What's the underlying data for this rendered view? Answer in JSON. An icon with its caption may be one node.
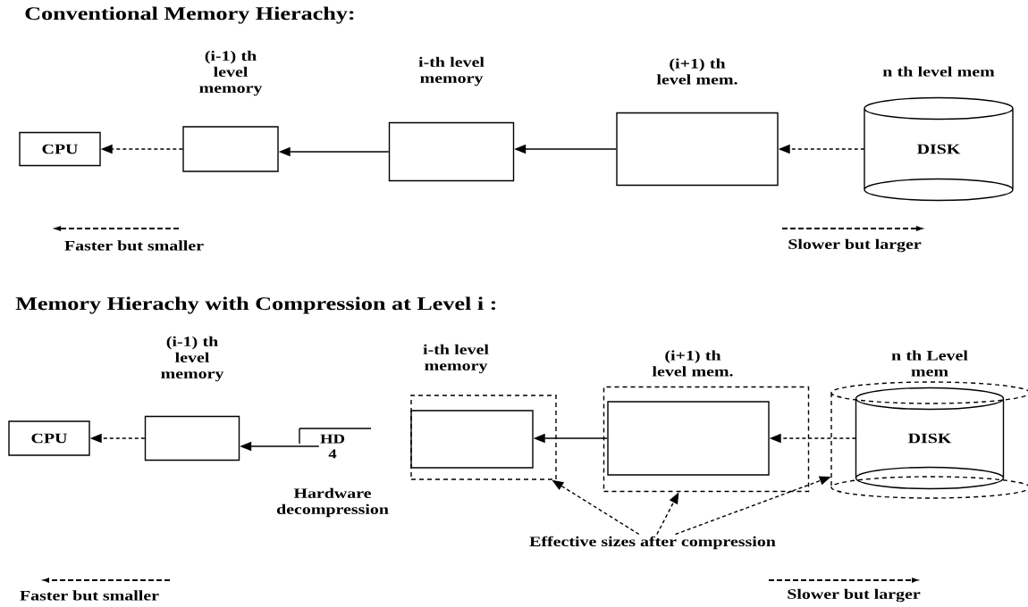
{
  "diagram": {
    "nodes": [
      {
        "text": [
          "CPU"
        ]
      },
      {
        "text": [
          "(i-1) th level memory"
        ]
      },
      {
        "text": [
          "i-th level memory"
        ]
      },
      {
        "text": [
          "(i+1) th level mem."
        ]
      },
      {
        "text": [
          "n th level mem",
          "DISK"
        ]
      },
      {
        "text": [
          "CPU"
        ]
      },
      {
        "text": [
          "(i-1) th level memory"
        ]
      },
      {
        "text": [
          "HD",
          "4"
        ],
        "beside": [
          "Hardware decompression"
        ]
      },
      {
        "text": [
          "i-th level memory"
        ]
      },
      {
        "text": [],
        "shape": "box",
        "in": 8
      },
      {
        "text": [
          "(i+1) th level mem."
        ]
      },
      {
        "text": [],
        "shape": "box",
        "in": 10
      },
      {
        "text": [
          "n th Level mem"
        ]
      },
      {
        "text": [
          "DISK"
        ],
        "in": 12
      },
      {
        "text": [
          "Effective sizes after compression"
        ]
      }
    ],
    "edges": [
      {
        "from": 1,
        "to": 0,
        "arrow": "to",
        "style": "dashed"
      },
      {
        "from": 2,
        "to": 1,
        "arrow": "to"
      },
      {
        "from": 3,
        "to": 2,
        "arrow": "to"
      },
      {
        "from": 4,
        "to": 3,
        "arrow": "to",
        "style": "dashed"
      },
      {
        "from": 6,
        "to": 5,
        "arrow": "to",
        "style": "dashed"
      },
      {
        "from": 7,
        "to": 6,
        "arrow": "to"
      },
      {
        "from": 11,
        "to": 9,
        "arrow": "to"
      },
      {
        "from": 13,
        "to": 11,
        "arrow": "to",
        "style": "dashed"
      },
      {
        "from": 14,
        "to": 8,
        "arrow": "to",
        "style": "dashed"
      },
      {
        "from": 14,
        "to": 10,
        "arrow": "to",
        "style": "dashed"
      },
      {
        "from": 14,
        "to": 12,
        "arrow": "to",
        "style": "dashed"
      }
    ],
    "labels": [
      "Conventional Memory Hierachy:",
      "Faster but smaller",
      "Slower but larger",
      "Memory Hierachy with Compression at Level i :",
      "Faster but smaller",
      "Slower but larger"
    ]
  }
}
